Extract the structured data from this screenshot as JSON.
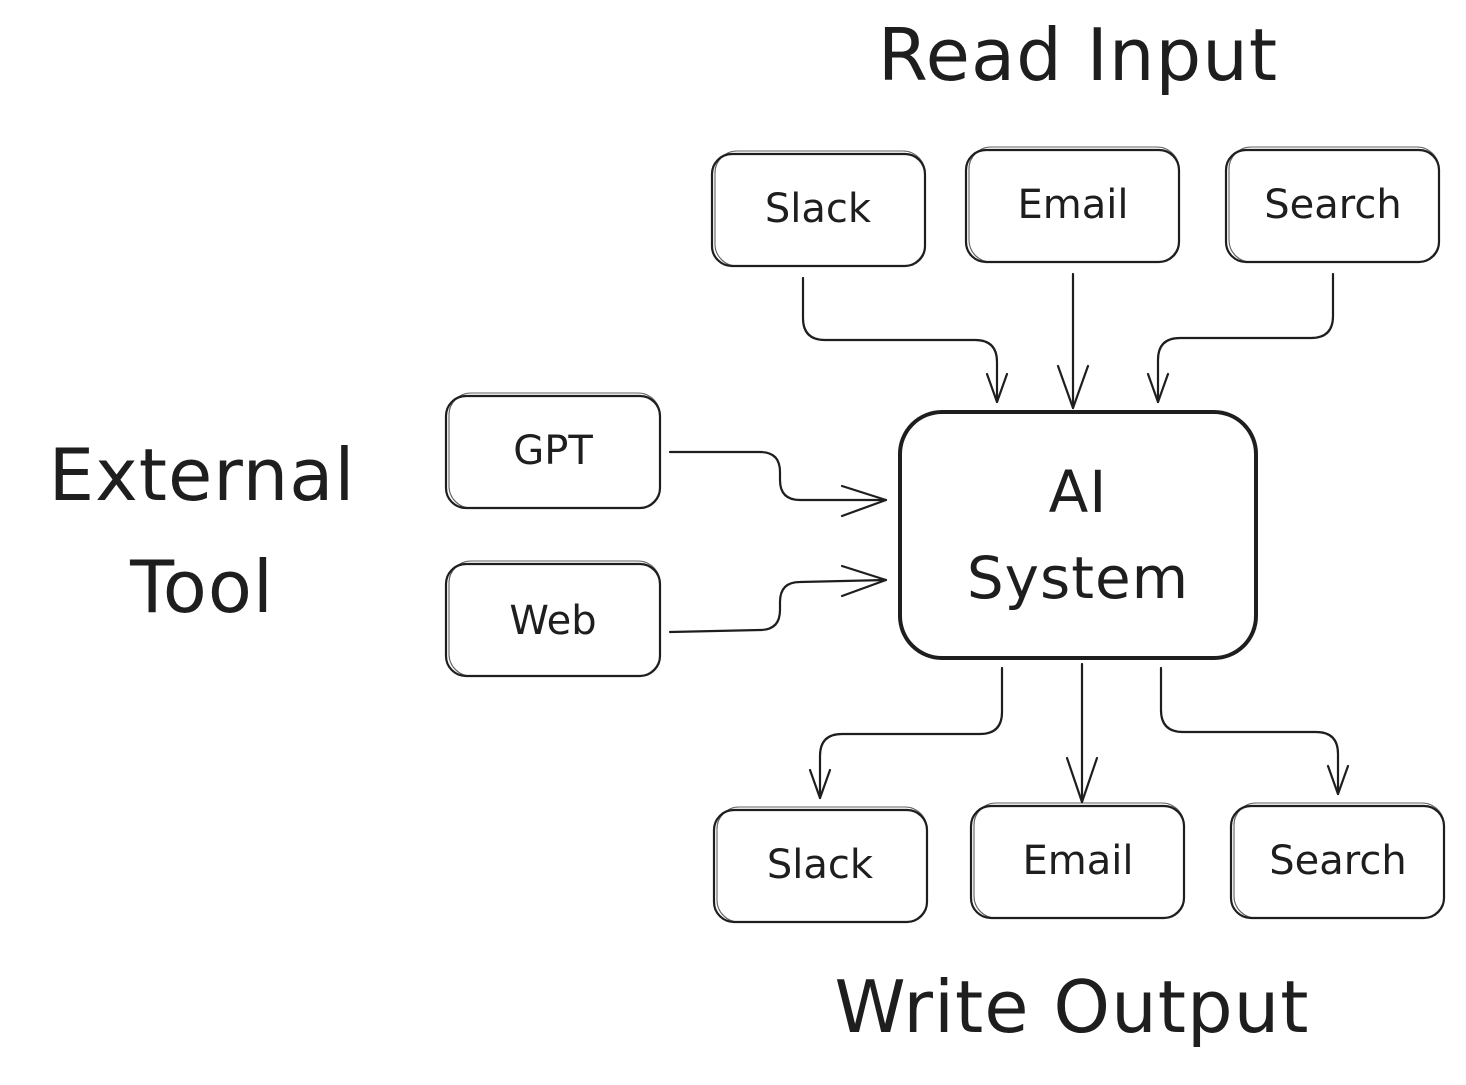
{
  "groups": {
    "read_input": "Read Input",
    "write_output": "Write Output",
    "external_tool_line1": "External",
    "external_tool_line2": "Tool"
  },
  "core": {
    "line1": "AI",
    "line2": "System"
  },
  "inputs": [
    {
      "label": "Slack"
    },
    {
      "label": "Email"
    },
    {
      "label": "Search"
    }
  ],
  "tools": [
    {
      "label": "GPT"
    },
    {
      "label": "Web"
    }
  ],
  "outputs": [
    {
      "label": "Slack"
    },
    {
      "label": "Email"
    },
    {
      "label": "Search"
    }
  ],
  "colors": {
    "stroke": "#1e1e1e",
    "background": "#ffffff"
  }
}
